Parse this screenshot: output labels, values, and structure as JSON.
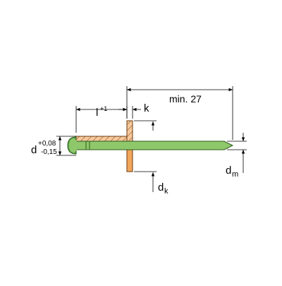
{
  "colors": {
    "mandrel_fill": "#8fc86a",
    "mandrel_stroke": "#2c5a1e",
    "body_fill": "#f2a65a",
    "body_stroke": "#6b3a12",
    "hatch_fill": "#f6c89a",
    "dim_line": "#000000"
  },
  "labels": {
    "length": "l",
    "length_tol": "+1",
    "head_height": "k",
    "min_length": "min. 27",
    "diameter": "d",
    "diameter_tol_upper": "+0,08",
    "diameter_tol_lower": "-0,15",
    "mandrel_diameter": "d",
    "mandrel_diameter_sub": "m",
    "head_diameter": "d",
    "head_diameter_sub": "k"
  }
}
